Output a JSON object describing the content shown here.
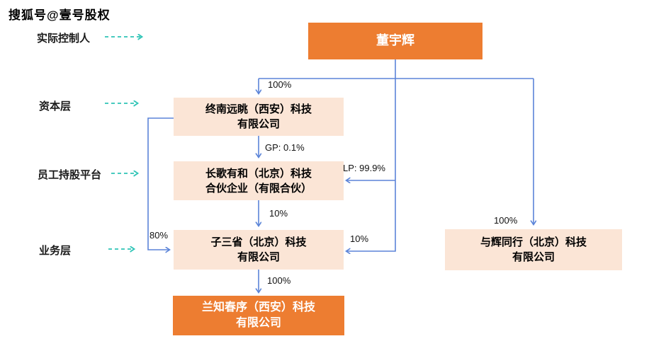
{
  "watermark": "搜狐号@壹号股权",
  "colors": {
    "accent-orange": "#ED7D31",
    "light-peach": "#FBE5D6",
    "connector-blue": "#5B84D8",
    "arrow-teal": "#2EC4B6"
  },
  "layer_labels": {
    "controller": "实际控制人",
    "capital": "资本层",
    "esop": "员工持股平台",
    "business": "业务层"
  },
  "nodes": {
    "dong_yuhui": {
      "title": "董宇辉"
    },
    "zhongnan": {
      "line1": "终南远眺（西安）科技",
      "line2": "有限公司"
    },
    "changge": {
      "line1": "长歌有和（北京）科技",
      "line2": "合伙企业（有限合伙）"
    },
    "zisansheng": {
      "line1": "子三省（北京）科技",
      "line2": "有限公司"
    },
    "yuhuitongxing": {
      "line1": "与辉同行（北京）科技",
      "line2": "有限公司"
    },
    "lanzhichunxu": {
      "line1": "兰知春序（西安）科技",
      "line2": "有限公司"
    }
  },
  "edge_labels": {
    "dong_to_zhongnan": "100%",
    "zhongnan_to_changge": "GP: 0.1%",
    "dong_to_changge": "LP: 99.9%",
    "changge_to_zisansheng": "10%",
    "zhongnan_to_zisansheng": "80%",
    "dong_to_zisansheng": "10%",
    "dong_to_yuhuitongxing": "100%",
    "zisansheng_to_lanzhichunxu": "100%"
  }
}
